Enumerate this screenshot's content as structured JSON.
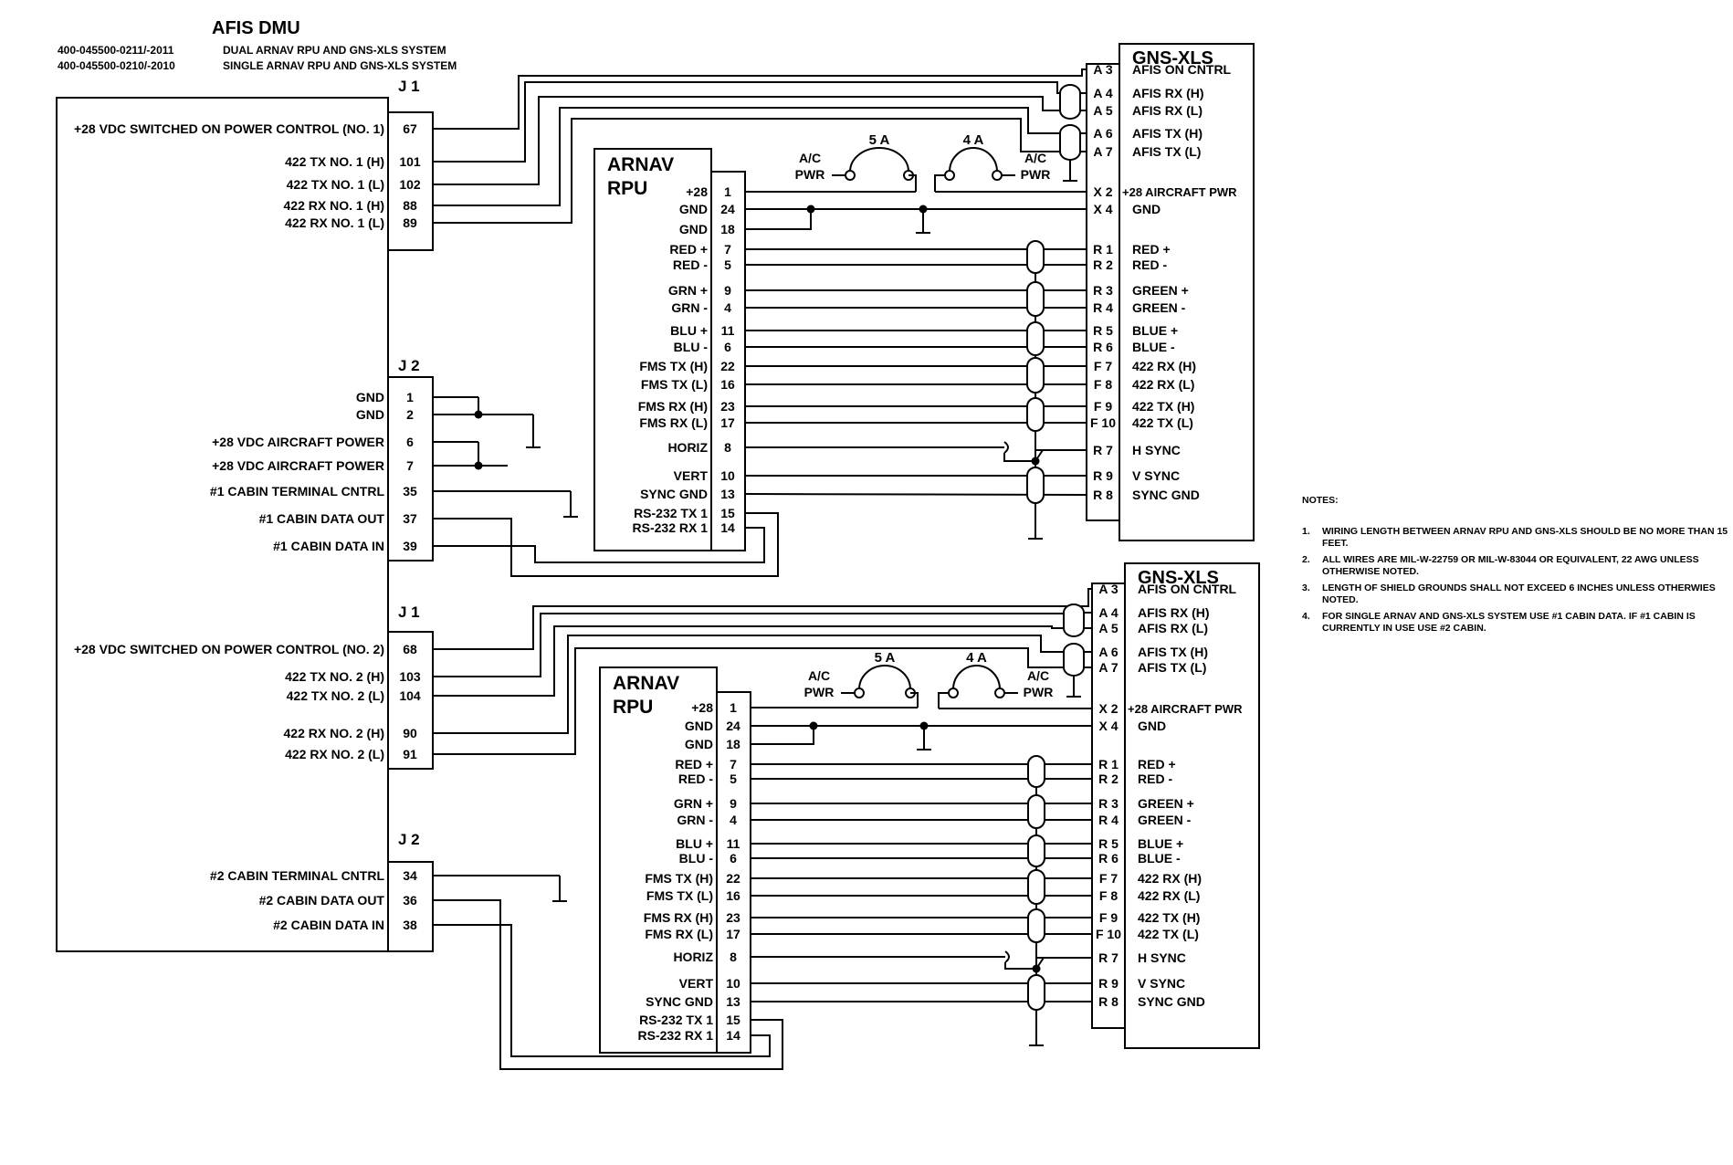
{
  "header": {
    "title": "AFIS DMU",
    "part_lines": [
      {
        "pn": "400-045500-0211/-2011",
        "desc": "DUAL ARNAV RPU AND GNS-XLS SYSTEM"
      },
      {
        "pn": "400-045500-0210/-2010",
        "desc": "SINGLE ARNAV RPU AND GNS-XLS SYSTEM"
      }
    ]
  },
  "dmu": {
    "j1_label": "J 1",
    "j2_label": "J 2",
    "upper_j1": [
      {
        "label": "+28 VDC SWITCHED  ON  POWER CONTROL (NO. 1)",
        "pin": "67"
      },
      {
        "label": "422 TX NO. 1 (H)",
        "pin": "101"
      },
      {
        "label": "422 TX NO. 1 (L)",
        "pin": "102"
      },
      {
        "label": "422 RX NO. 1 (H)",
        "pin": "88"
      },
      {
        "label": "422 RX NO. 1 (L)",
        "pin": "89"
      }
    ],
    "upper_j2": [
      {
        "label": "GND",
        "pin": "1"
      },
      {
        "label": "GND",
        "pin": "2"
      },
      {
        "label": "+28 VDC AIRCRAFT POWER",
        "pin": "6"
      },
      {
        "label": "+28 VDC AIRCRAFT POWER",
        "pin": "7"
      },
      {
        "label": "#1 CABIN TERMINAL CNTRL",
        "pin": "35"
      },
      {
        "label": "#1 CABIN DATA OUT",
        "pin": "37"
      },
      {
        "label": "#1 CABIN DATA IN",
        "pin": "39"
      }
    ],
    "lower_j1": [
      {
        "label": "+28 VDC SWITCHED  ON  POWER CONTROL (NO. 2)",
        "pin": "68"
      },
      {
        "label": "422 TX NO. 2 (H)",
        "pin": "103"
      },
      {
        "label": "422 TX NO. 2 (L)",
        "pin": "104"
      },
      {
        "label": "422 RX NO. 2 (H)",
        "pin": "90"
      },
      {
        "label": "422 RX NO. 2 (L)",
        "pin": "91"
      }
    ],
    "lower_j2": [
      {
        "label": "#2 CABIN TERMINAL CNTRL",
        "pin": "34"
      },
      {
        "label": "#2 CABIN DATA OUT",
        "pin": "36"
      },
      {
        "label": "#2 CABIN DATA IN",
        "pin": "38"
      }
    ]
  },
  "rpu": {
    "title_line1": "ARNAV",
    "title_line2": "RPU",
    "pins": [
      {
        "label": "+28",
        "pin": "1"
      },
      {
        "label": "GND",
        "pin": "24"
      },
      {
        "label": "GND",
        "pin": "18"
      },
      {
        "label": "RED +",
        "pin": "7"
      },
      {
        "label": "RED -",
        "pin": "5"
      },
      {
        "label": "GRN +",
        "pin": "9"
      },
      {
        "label": "GRN -",
        "pin": "4"
      },
      {
        "label": "BLU +",
        "pin": "11"
      },
      {
        "label": "BLU -",
        "pin": "6"
      },
      {
        "label": "FMS TX (H)",
        "pin": "22"
      },
      {
        "label": "FMS TX (L)",
        "pin": "16"
      },
      {
        "label": "FMS RX (H)",
        "pin": "23"
      },
      {
        "label": "FMS RX (L)",
        "pin": "17"
      },
      {
        "label": "HORIZ",
        "pin": "8"
      },
      {
        "label": "VERT",
        "pin": "10"
      },
      {
        "label": "SYNC GND",
        "pin": "13"
      },
      {
        "label": "RS-232 TX 1",
        "pin": "15"
      },
      {
        "label": "RS-232 RX 1",
        "pin": "14"
      }
    ]
  },
  "gns": {
    "title": "GNS-XLS",
    "top_pins": [
      {
        "pin": "A 3",
        "label": "AFIS ON CNTRL"
      },
      {
        "pin": "A 4",
        "label": "AFIS RX (H)"
      },
      {
        "pin": "A 5",
        "label": "AFIS RX (L)"
      },
      {
        "pin": "A 6",
        "label": "AFIS TX (H)"
      },
      {
        "pin": "A 7",
        "label": "AFIS TX (L)"
      }
    ],
    "pins": [
      {
        "pin": "X 2",
        "label": "+28 AIRCRAFT PWR"
      },
      {
        "pin": "X 4",
        "label": "GND"
      },
      {
        "pin": "R 1",
        "label": "RED +"
      },
      {
        "pin": "R 2",
        "label": "RED  -"
      },
      {
        "pin": "R 3",
        "label": "GREEN  +"
      },
      {
        "pin": "R 4",
        "label": "GREEN  -"
      },
      {
        "pin": "R 5",
        "label": "BLUE +"
      },
      {
        "pin": "R 6",
        "label": "BLUE -"
      },
      {
        "pin": "F 7",
        "label": "422 RX (H)"
      },
      {
        "pin": "F 8",
        "label": "422 RX (L)"
      },
      {
        "pin": "F 9",
        "label": "422 TX (H)"
      },
      {
        "pin": "F 10",
        "label": "422 TX (L)"
      },
      {
        "pin": "R 7",
        "label": "H SYNC"
      },
      {
        "pin": "R 9",
        "label": "V SYNC"
      },
      {
        "pin": "R 8",
        "label": "SYNC GND"
      }
    ]
  },
  "power": {
    "breaker_left": "5 A",
    "breaker_right": "4 A",
    "ac": "A/C",
    "pwr": "PWR"
  },
  "notes": {
    "title": "NOTES:",
    "items": [
      {
        "num": "1.",
        "text": "WIRING LENGTH BETWEEN ARNAV RPU AND  GNS-XLS SHOULD BE NO MORE THAN 15 FEET."
      },
      {
        "num": "2.",
        "text": "ALL WIRES ARE MIL-W-22759 OR MIL-W-83044 OR EQUIVALENT, 22 AWG UNLESS OTHERWISE NOTED."
      },
      {
        "num": "3.",
        "text": "LENGTH OF SHIELD GROUNDS SHALL NOT EXCEED 6 INCHES UNLESS OTHERWIES NOTED."
      },
      {
        "num": "4.",
        "text": "FOR SINGLE ARNAV AND GNS-XLS SYSTEM USE #1 CABIN DATA.  IF #1 CABIN IS CURRENTLY IN USE USE #2 CABIN."
      }
    ]
  }
}
